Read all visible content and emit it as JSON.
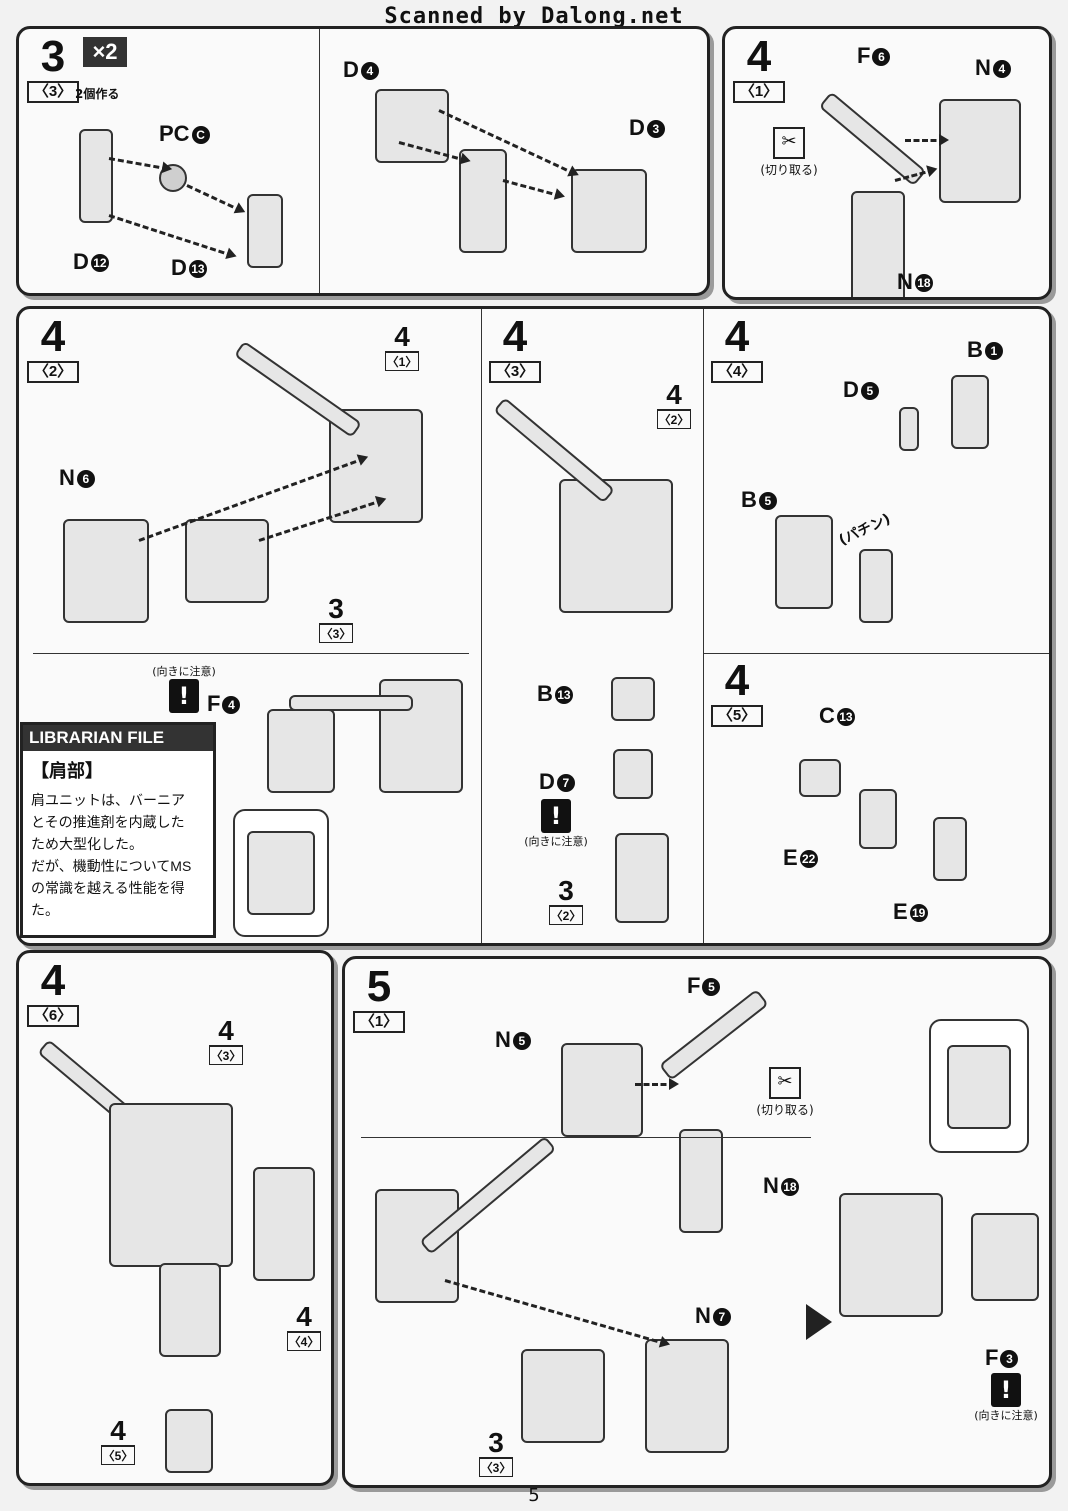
{
  "watermark": "Scanned by Dalong.net",
  "steps": {
    "s3": {
      "num": "3",
      "sub": "〈3〉",
      "times": "×2",
      "note": "2個作る",
      "labels": {
        "pc": "PC",
        "pc_n": "C",
        "d12": "D",
        "d12_n": "12",
        "d13": "D",
        "d13_n": "13",
        "d4": "D",
        "d4_n": "4",
        "d3": "D",
        "d3_n": "3"
      }
    },
    "s4_1": {
      "num": "4",
      "sub": "〈1〉",
      "labels": {
        "f6": "F",
        "f6_n": "6",
        "n4": "N",
        "n4_n": "4",
        "n18": "N",
        "n18_n": "18"
      },
      "cut": "(切り取る)"
    },
    "s4_2": {
      "num": "4",
      "sub": "〈2〉",
      "ref_a": "4",
      "ref_a_sub": "〈1〉",
      "ref_b": "3",
      "ref_b_sub": "〈3〉",
      "labels": {
        "n6": "N",
        "n6_n": "6",
        "f4": "F",
        "f4_n": "4"
      },
      "caution": "(向きに注意)"
    },
    "s4_3": {
      "num": "4",
      "sub": "〈3〉",
      "ref_a": "4",
      "ref_a_sub": "〈2〉",
      "ref_b": "3",
      "ref_b_sub": "〈2〉",
      "labels": {
        "b13": "B",
        "b13_n": "13",
        "d7": "D",
        "d7_n": "7"
      },
      "caution": "(向きに注意)"
    },
    "s4_4": {
      "num": "4",
      "sub": "〈4〉",
      "labels": {
        "b1": "B",
        "b1_n": "1",
        "d5": "D",
        "d5_n": "5",
        "b5": "B",
        "b5_n": "5"
      },
      "sound": "(パチン)"
    },
    "s4_5": {
      "num": "4",
      "sub": "〈5〉",
      "labels": {
        "c13": "C",
        "c13_n": "13",
        "e22": "E",
        "e22_n": "22",
        "e19": "E",
        "e19_n": "19"
      }
    },
    "s4_6": {
      "num": "4",
      "sub": "〈6〉",
      "ref_a": "4",
      "ref_a_sub": "〈3〉",
      "ref_b": "4",
      "ref_b_sub": "〈4〉",
      "ref_c": "4",
      "ref_c_sub": "〈5〉"
    },
    "s5_1": {
      "num": "5",
      "sub": "〈1〉",
      "ref_a": "3",
      "ref_a_sub": "〈3〉",
      "labels": {
        "f5": "F",
        "f5_n": "5",
        "n5": "N",
        "n5_n": "5",
        "n18": "N",
        "n18_n": "18",
        "n7": "N",
        "n7_n": "7",
        "f3": "F",
        "f3_n": "3"
      },
      "cut": "(切り取る)",
      "caution": "(向きに注意)"
    }
  },
  "librarian": {
    "header": "LIBRARIAN FILE",
    "title": "【肩部】",
    "lines": [
      "肩ユニットは、バーニア",
      "とその推進剤を内蔵した",
      "ため大型化した。",
      "だが、機動性についてMS",
      "の常識を越える性能を得た。"
    ]
  },
  "page_number": "5",
  "icons": [
    "nipper-icon",
    "caution-icon",
    "next-arrow-icon"
  ]
}
